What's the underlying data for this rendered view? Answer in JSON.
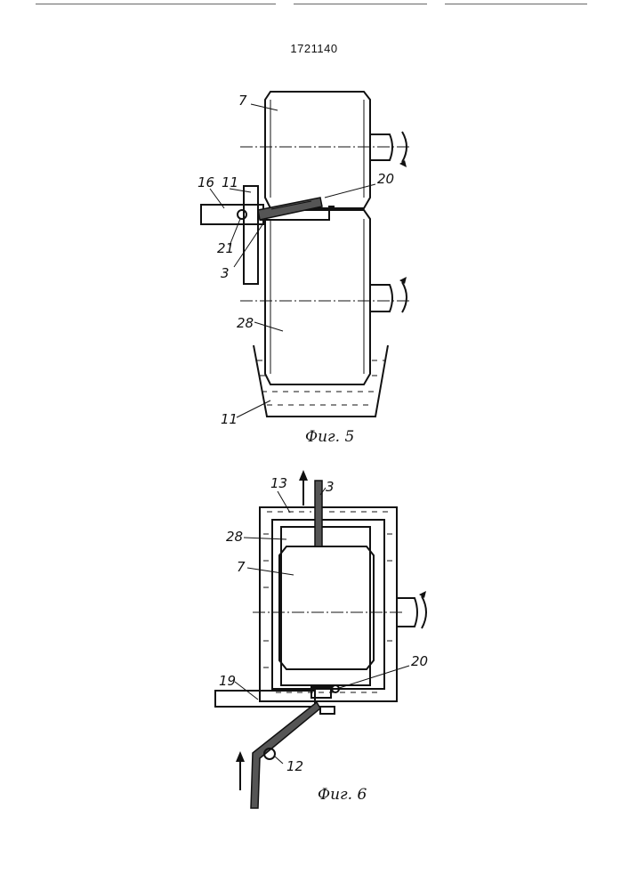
{
  "document": {
    "patent_number": "1721140"
  },
  "figures": [
    {
      "caption": "Фиг. 5",
      "labels": {
        "roll_top": "7",
        "plate_left": "11",
        "shaft": "16",
        "contact": "20",
        "pin": "21",
        "strip": "3",
        "roll_bottom": "28",
        "bath": "11"
      }
    },
    {
      "caption": "Фиг. 6",
      "labels": {
        "housing": "13",
        "strip": "3",
        "inner_roll": "28",
        "roll": "7",
        "contact": "20",
        "shaft": "19",
        "guide_roller": "12"
      }
    }
  ]
}
